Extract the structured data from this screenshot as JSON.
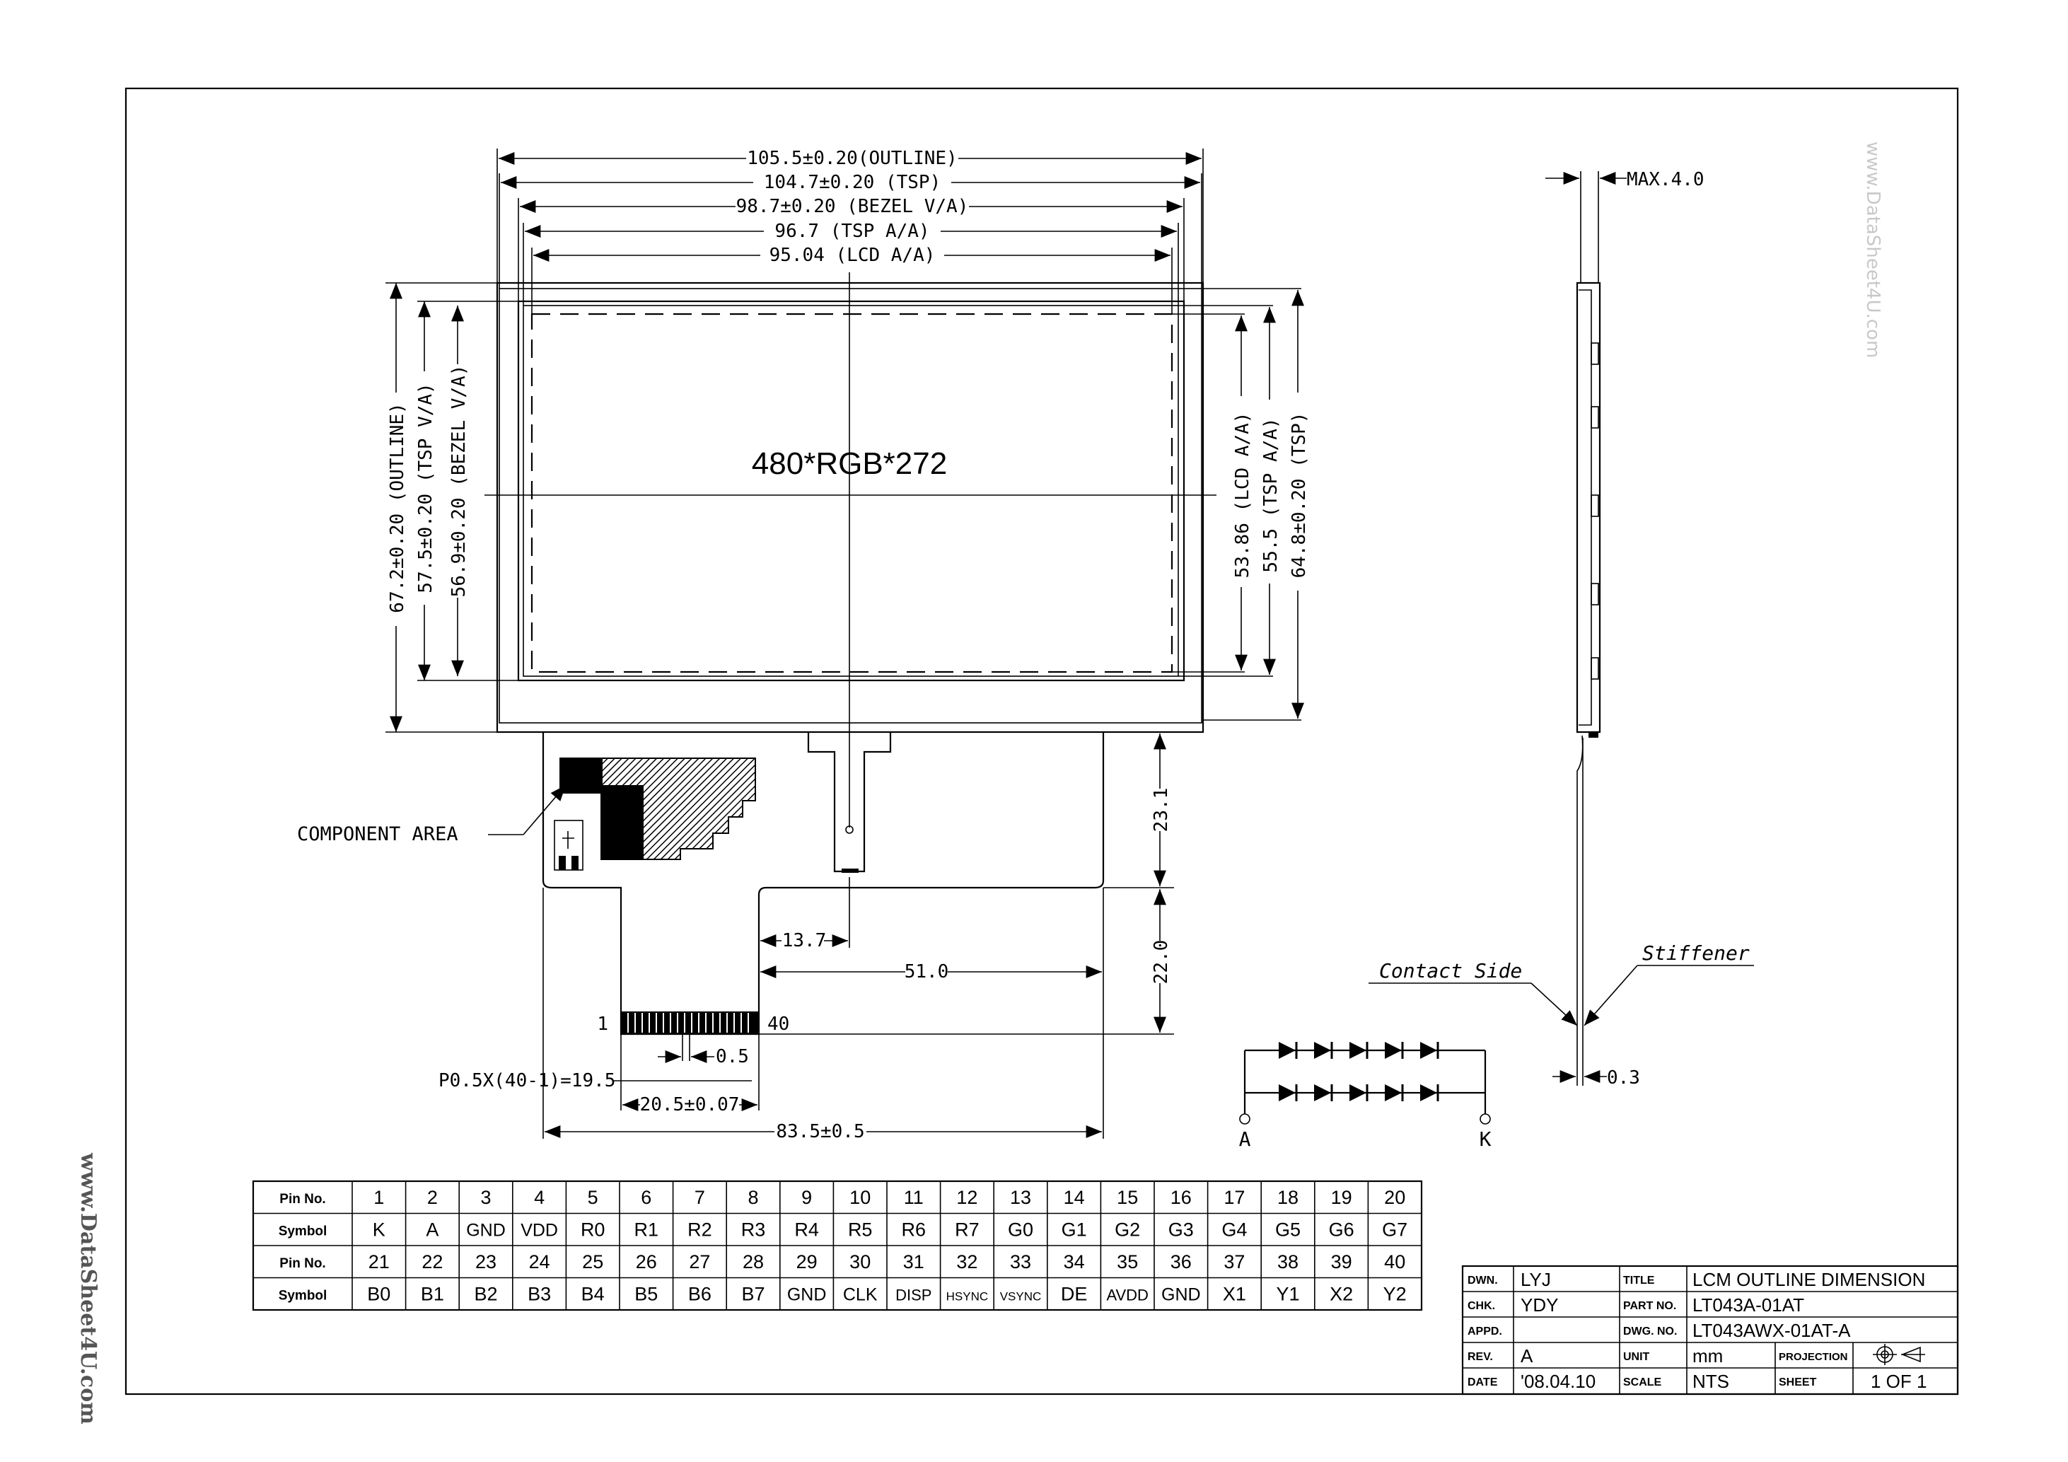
{
  "dimensions": {
    "outline_w": "105.5±0.20(OUTLINE)",
    "tsp_w": "104.7±0.20 (TSP)",
    "bezel_w": "98.7±0.20 (BEZEL V/A)",
    "tsp_aa_w": "96.7 (TSP A/A)",
    "lcd_aa_w": "95.04 (LCD A/A)",
    "outline_h": "67.2±0.20 (OUTLINE)",
    "tsp_va_h": "57.5±0.20 (TSP V/A)",
    "bezel_va_h": "56.9±0.20 (BEZEL V/A)",
    "lcd_aa_h": "53.86 (LCD A/A)",
    "tsp_aa_h": "55.5 (TSP A/A)",
    "tsp_h": "64.8±0.20 (TSP)",
    "fpc_23": "23.1",
    "fpc_22": "22.0",
    "off_137": "13.7",
    "off_510": "51.0",
    "pitch_05": "0.5",
    "pitch_formula": "P0.5X(40-1)=19.5",
    "conn_w": "20.5±0.07",
    "fpc_total": "83.5±0.5",
    "max_thick": "MAX.4.0",
    "thick_03": "0.3"
  },
  "labels": {
    "resolution": "480*RGB*272",
    "component_area": "COMPONENT AREA",
    "pin1": "1",
    "pin40": "40",
    "contact_side": "Contact Side",
    "stiffener": "Stiffener",
    "anode": "A",
    "cathode": "K"
  },
  "watermarks": {
    "side": "www.DataSheet4U.com",
    "top_right": "www.DataSheet4U.com"
  },
  "pin_table": {
    "row_labels": [
      "Pin No.",
      "Symbol",
      "Pin No.",
      "Symbol"
    ],
    "pins_1": [
      "1",
      "2",
      "3",
      "4",
      "5",
      "6",
      "7",
      "8",
      "9",
      "10",
      "11",
      "12",
      "13",
      "14",
      "15",
      "16",
      "17",
      "18",
      "19",
      "20"
    ],
    "symbols_1": [
      "K",
      "A",
      "GND",
      "VDD",
      "R0",
      "R1",
      "R2",
      "R3",
      "R4",
      "R5",
      "R6",
      "R7",
      "G0",
      "G1",
      "G2",
      "G3",
      "G4",
      "G5",
      "G6",
      "G7"
    ],
    "pins_2": [
      "21",
      "22",
      "23",
      "24",
      "25",
      "26",
      "27",
      "28",
      "29",
      "30",
      "31",
      "32",
      "33",
      "34",
      "35",
      "36",
      "37",
      "38",
      "39",
      "40"
    ],
    "symbols_2": [
      "B0",
      "B1",
      "B2",
      "B3",
      "B4",
      "B5",
      "B6",
      "B7",
      "GND",
      "CLK",
      "DISP",
      "HSYNC",
      "VSYNC",
      "DE",
      "AVDD",
      "GND",
      "X1",
      "Y1",
      "X2",
      "Y2"
    ]
  },
  "title_block": {
    "dwn_label": "DWN.",
    "dwn": "LYJ",
    "title_label": "TITLE",
    "title": "LCM OUTLINE DIMENSION",
    "chk_label": "CHK.",
    "chk": "YDY",
    "partno_label": "PART NO.",
    "partno": "LT043A-01AT",
    "appd_label": "APPD.",
    "appd": "",
    "dwgno_label": "DWG. NO.",
    "dwgno": "LT043AWX-01AT-A",
    "rev_label": "REV.",
    "rev": "A",
    "unit_label": "UNIT",
    "unit": "mm",
    "projection_label": "PROJECTION",
    "date_label": "DATE",
    "date": "'08.04.10",
    "scale_label": "SCALE",
    "scale": "NTS",
    "sheet_label": "SHEET",
    "sheet": "1 OF 1"
  }
}
